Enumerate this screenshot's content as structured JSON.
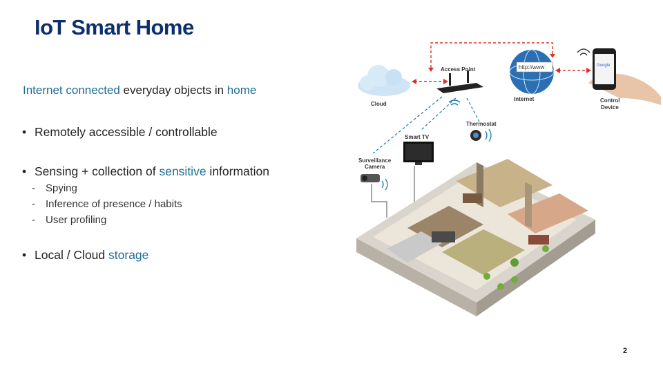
{
  "slide": {
    "title": "IoT Smart Home",
    "intro": {
      "part1": "Internet connected",
      "part2": " everyday objects in ",
      "part3": "home"
    },
    "bullets": [
      {
        "text": "Remotely accessible / controllable"
      },
      {
        "text_a": "Sensing + collection of ",
        "text_b": "sensitive",
        "text_c": " information"
      },
      {
        "text_a": "Local / Cloud ",
        "text_b": "storage"
      }
    ],
    "sub_bullets": [
      "Spying",
      "Inference of presence / habits",
      "User profiling"
    ],
    "page_number": "2",
    "accent_color": "#1f6d94",
    "title_color": "#0d2f6e"
  },
  "diagram": {
    "labels": {
      "cloud": "Cloud",
      "access_point": "Access Point",
      "internet": "Internet",
      "control_device_1": "Control",
      "control_device_2": "Device",
      "thermostat": "Thermostat",
      "smart_tv": "Smart TV",
      "camera_1": "Surveillance",
      "camera_2": "Camera"
    },
    "browser_text": "http://www",
    "phone_text": "Google"
  }
}
